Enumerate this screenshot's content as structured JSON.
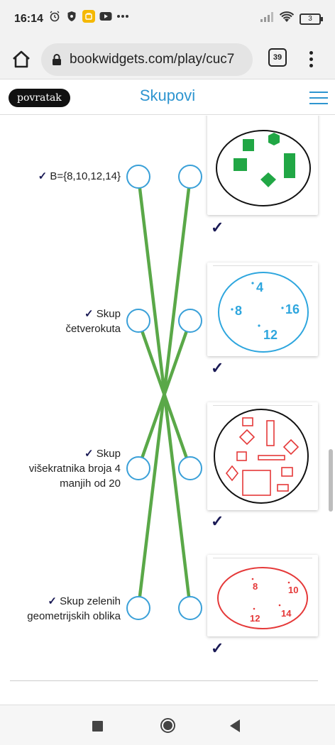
{
  "status": {
    "time": "16:14",
    "battery": "3"
  },
  "browser": {
    "url": "bookwidgets.com/play/cuc7",
    "tab_count": "39"
  },
  "header": {
    "back_label": "povratak",
    "title": "Skupovi"
  },
  "left_items": [
    {
      "check": "✓",
      "lines": [
        "B={8,10,12,14}"
      ]
    },
    {
      "check": "✓",
      "lines": [
        "Skup",
        "četverokuta"
      ]
    },
    {
      "check": "✓",
      "lines": [
        "Skup",
        "višekratnika broja 4",
        "manjih od 20"
      ]
    },
    {
      "check": "✓",
      "lines": [
        "Skup zelenih",
        "geometrijskih oblika"
      ]
    }
  ],
  "right_items": [
    {
      "check": "✓",
      "image": "green-shapes-set"
    },
    {
      "check": "✓",
      "image": "number-set-blue",
      "numbers": [
        "4",
        "8",
        "16",
        "12"
      ]
    },
    {
      "check": "✓",
      "image": "red-quadrilaterals-set"
    },
    {
      "check": "✓",
      "image": "number-set-red",
      "numbers": [
        "8",
        "10",
        "12",
        "14"
      ]
    }
  ],
  "matches": [
    [
      0,
      3
    ],
    [
      1,
      2
    ],
    [
      2,
      1
    ],
    [
      3,
      0
    ]
  ],
  "colors": {
    "accent_blue": "#2e95d0",
    "dot_border": "#3aa0d8",
    "line_green": "#5aa848",
    "shape_green": "#21a745",
    "shape_red": "#e53939",
    "check_navy": "#1a1a55"
  }
}
